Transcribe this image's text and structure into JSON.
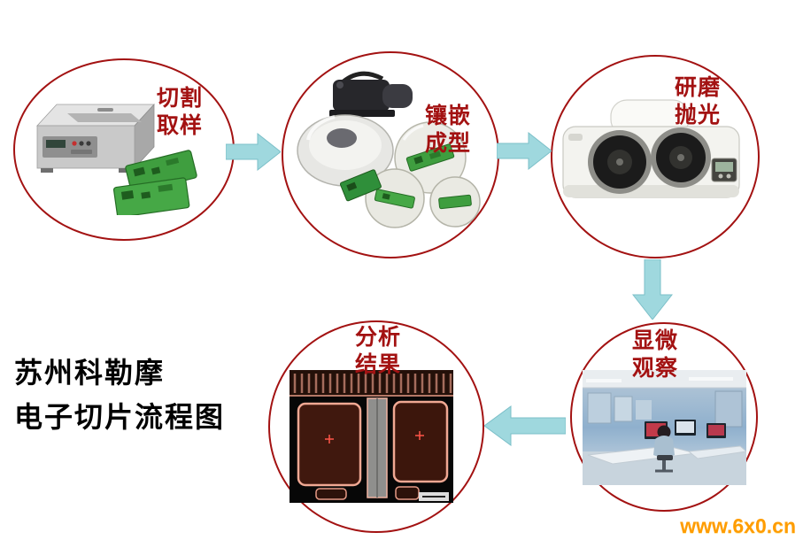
{
  "page": {
    "title_line1": "苏州科勒摩",
    "title_line2": "电子切片流程图",
    "watermark": "www.6x0.cn"
  },
  "steps": {
    "cutting": {
      "line1": "切割",
      "line2": "取样"
    },
    "mounting": {
      "line1": "镶嵌",
      "line2": "成型"
    },
    "grinding": {
      "line1": "研磨",
      "line2": "抛光"
    },
    "microscopy": {
      "line1": "显微",
      "line2": "观察"
    },
    "analysis": {
      "line1": "分析",
      "line2": "结果"
    }
  },
  "colors": {
    "circle_border": "#a31212",
    "label_text": "#a31212",
    "arrow_fill": "#9fd8de",
    "arrow_edge": "#7bbfc8",
    "title_text": "#000000",
    "watermark_text": "#ff9c00",
    "background": "#ffffff"
  }
}
